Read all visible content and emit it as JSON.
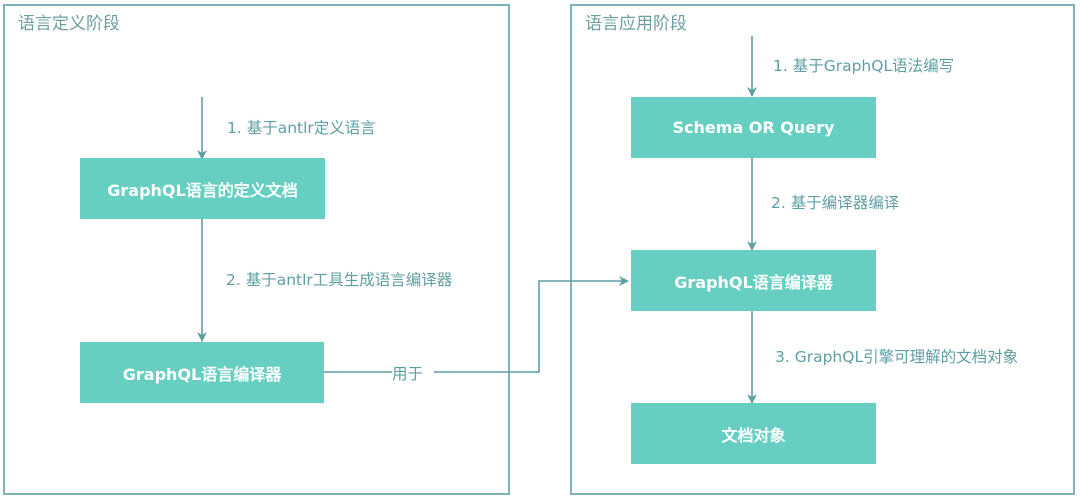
{
  "colors": {
    "panel_border": "#7fb3b8",
    "node_fill": "#66cfc1",
    "node_text": "#ffffff",
    "edge": "#5f9ea3",
    "label_text": "#5e9fa4"
  },
  "panels": {
    "definition": {
      "title": "语言定义阶段",
      "nodes": [
        {
          "id": "def-doc",
          "label": "GraphQL语言的定义文档"
        },
        {
          "id": "def-compiler",
          "label": "GraphQL语言编译器"
        }
      ],
      "edge_labels": [
        "1. 基于antlr定义语言",
        "2. 基于antlr工具生成语言编译器"
      ]
    },
    "application": {
      "title": "语言应用阶段",
      "nodes": [
        {
          "id": "schema-query",
          "label": "Schema OR Query"
        },
        {
          "id": "app-compiler",
          "label": "GraphQL语言编译器"
        },
        {
          "id": "doc-object",
          "label": "文档对象"
        }
      ],
      "edge_labels": [
        "1. 基于GraphQL语法编写",
        "2. 基于编译器编译",
        "3. GraphQL引擎可理解的文档对象"
      ]
    }
  },
  "cross_edge_label": "用于"
}
